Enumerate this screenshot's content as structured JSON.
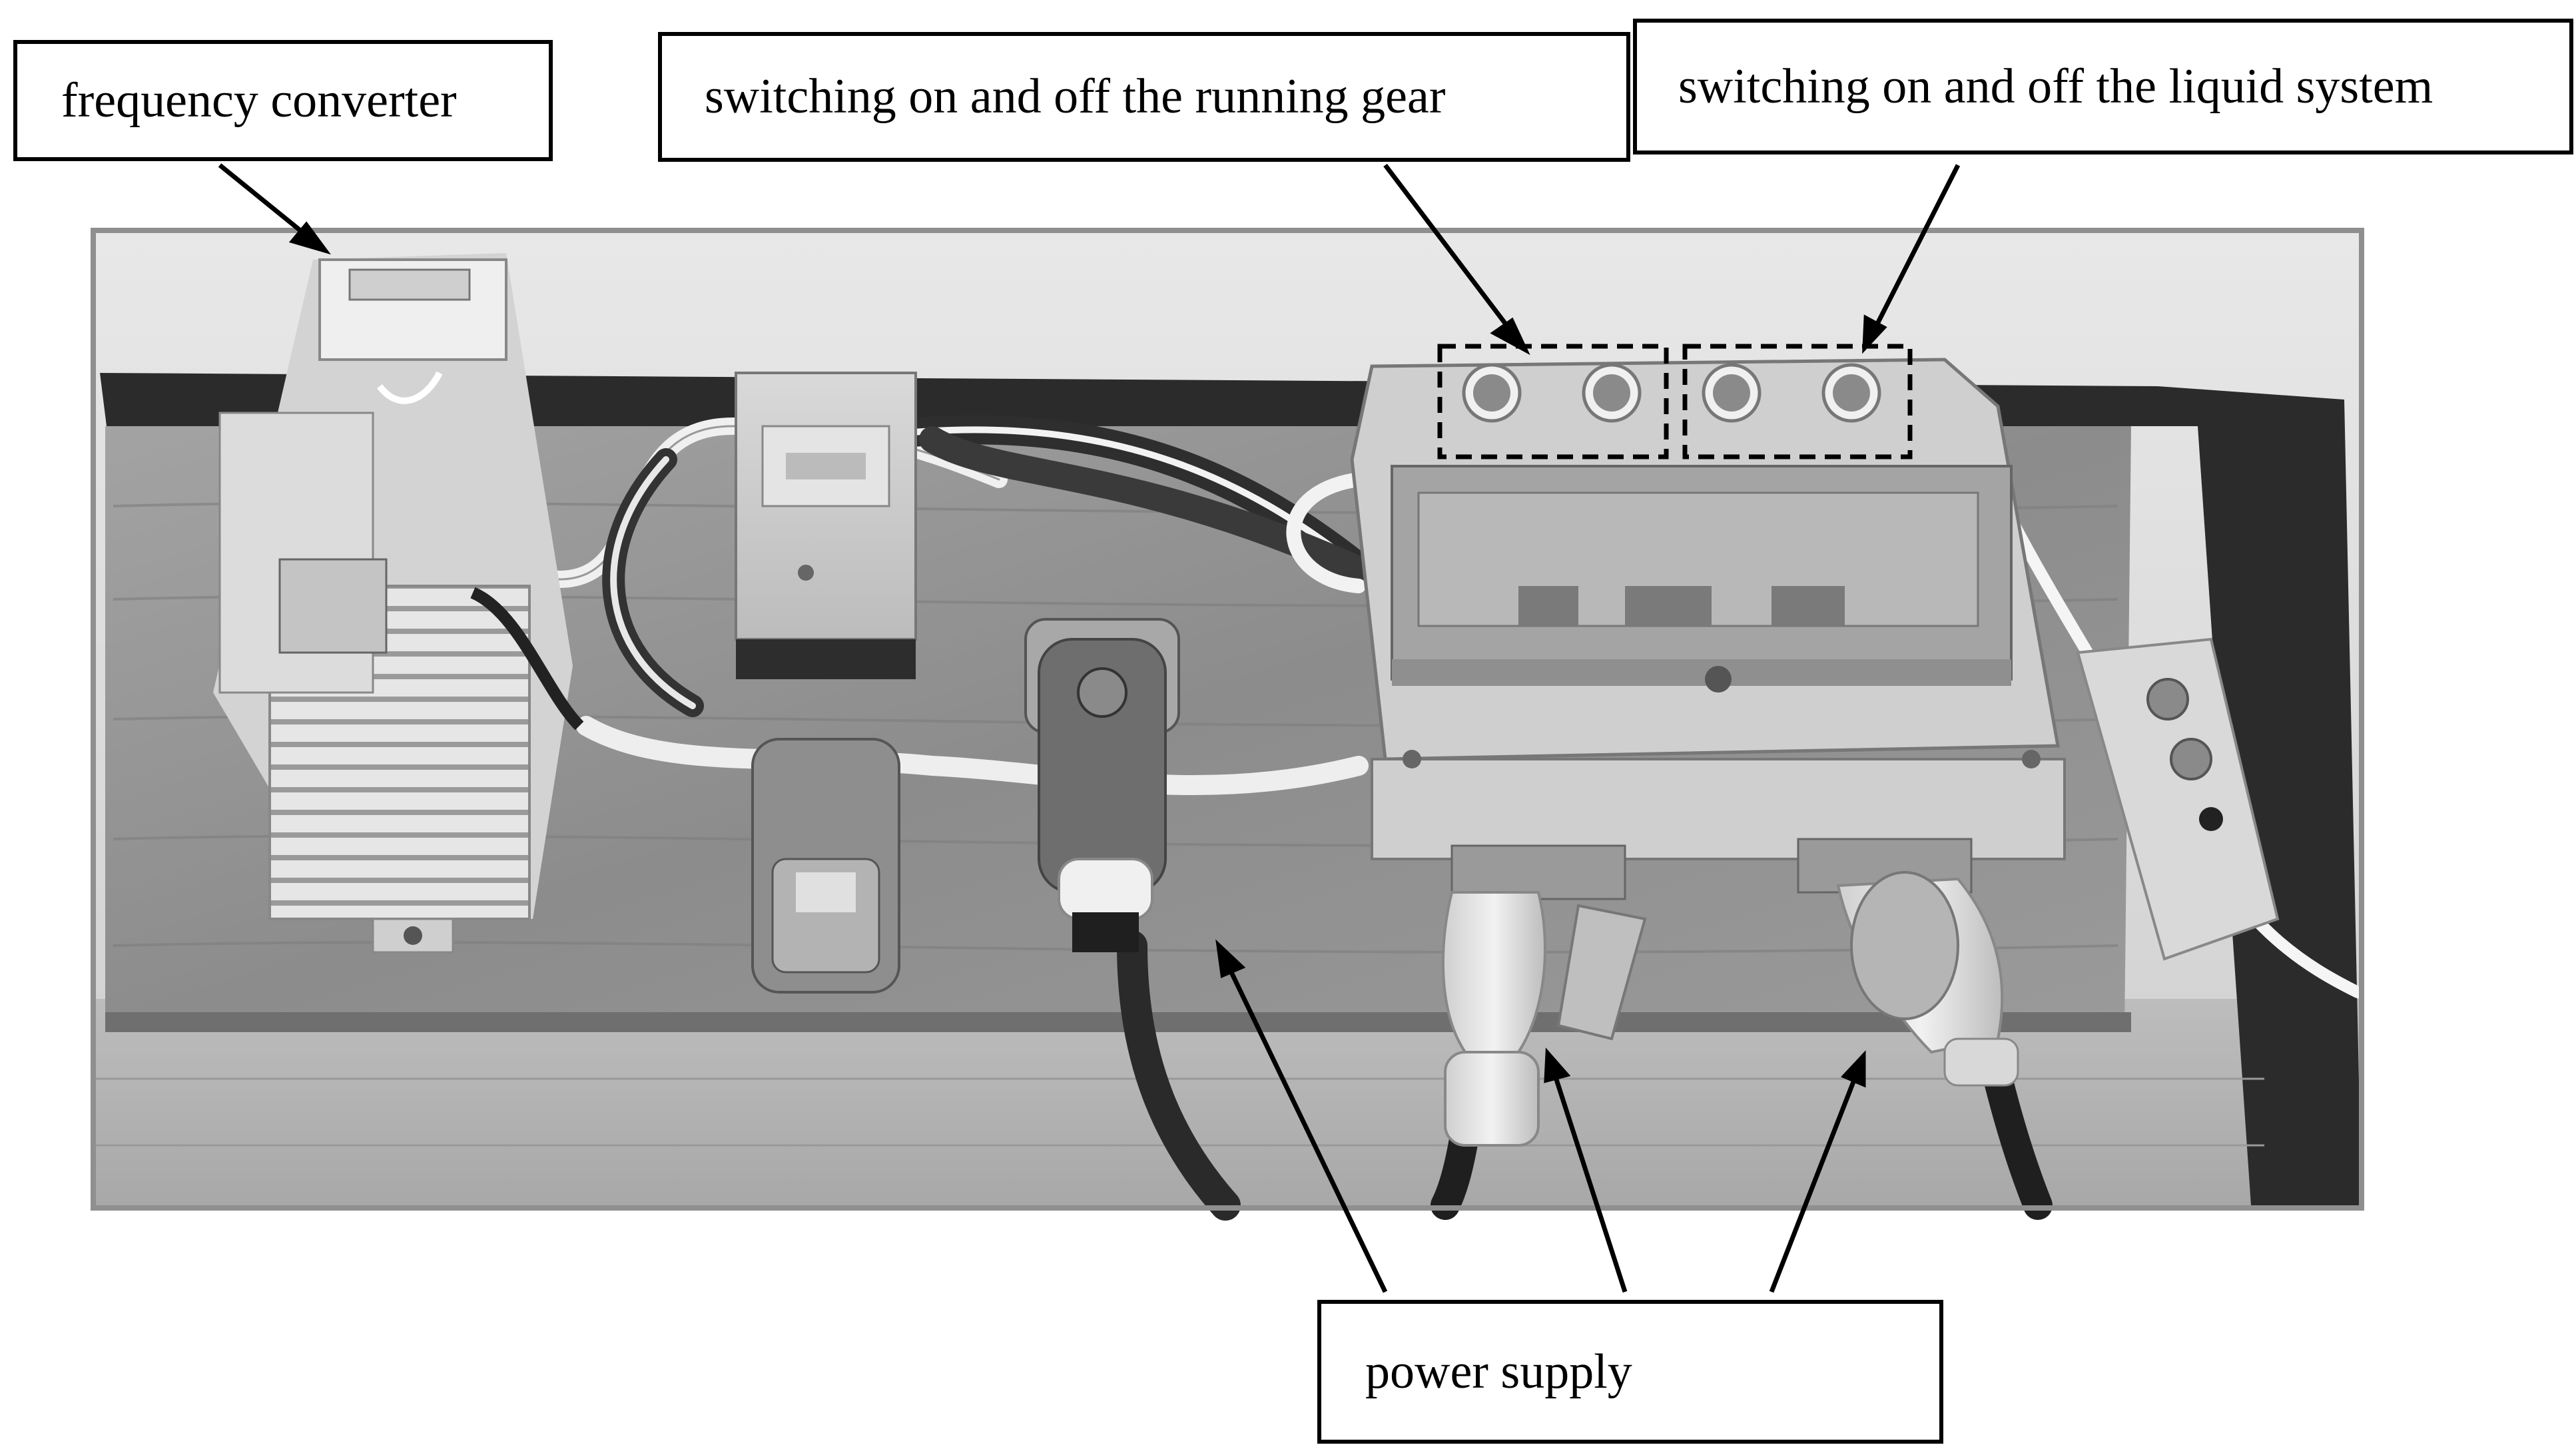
{
  "figure": {
    "image_kind": "grayscale photograph of a control panel board",
    "labels": {
      "frequency_converter": "frequency converter",
      "running_gear": "switching on and off the running gear",
      "liquid_system": "switching on and off the liquid system",
      "power_supply": "power supply"
    },
    "highlight_style": "dashed rectangles",
    "colors": {
      "border": "#000000",
      "background": "#ffffff",
      "photo_frame": "#8f8f8f"
    },
    "components": [
      "frequency-converter-unit",
      "fuse-switch-box",
      "socket-left",
      "socket-center",
      "switch-box-with-buttons",
      "plug-left",
      "plug-right",
      "pendant-control"
    ]
  }
}
